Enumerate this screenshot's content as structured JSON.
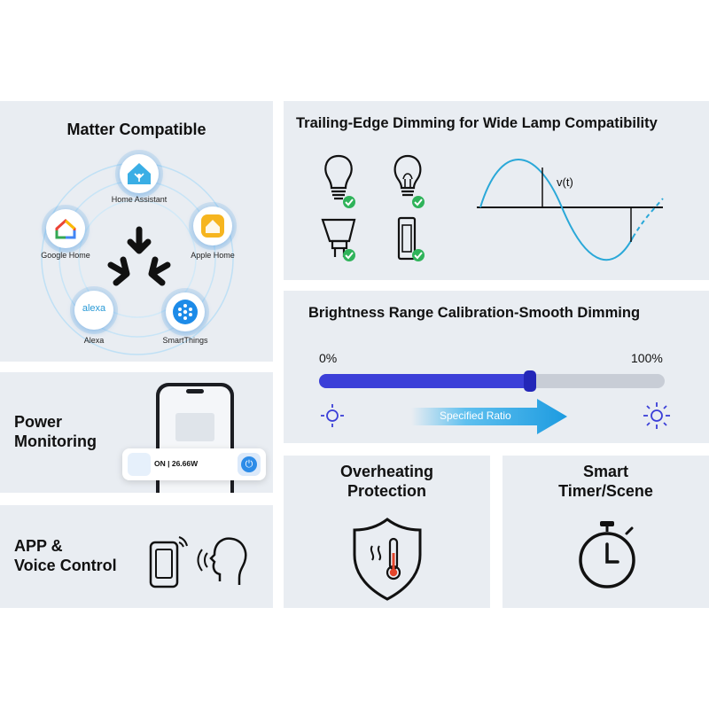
{
  "matter": {
    "title": "Matter Compatible",
    "ecosystems": [
      {
        "label": "Home Assistant",
        "icon": "home-assistant-icon"
      },
      {
        "label": "Google Home",
        "icon": "google-home-icon"
      },
      {
        "label": "Apple Home",
        "icon": "apple-home-icon"
      },
      {
        "label": "Alexa",
        "icon": "alexa-icon",
        "badge_text": "alexa"
      },
      {
        "label": "SmartThings",
        "icon": "smartthings-icon"
      }
    ],
    "logo": "matter-logo-icon"
  },
  "dimming": {
    "title": "Trailing-Edge Dimming for Wide Lamp Compatibility",
    "wave_label": "v(t)",
    "lamps": [
      "led-bulb-icon",
      "incandescent-bulb-icon",
      "gu10-spot-icon",
      "driver-module-icon"
    ],
    "check_color": "#2fb35a",
    "wave_color": "#2aa8d8"
  },
  "brightness": {
    "title": "Brightness Range Calibration-Smooth Dimming",
    "min_label": "0%",
    "max_label": "100%",
    "slider_level": 0.61,
    "arrow_label": "Specified Ratio",
    "accent": "#3b3fd8"
  },
  "power": {
    "title_line1": "Power",
    "title_line2": "Monitoring",
    "reading": "ON | 26.66W"
  },
  "voice": {
    "title_line1": "APP &",
    "title_line2": "Voice Control"
  },
  "overheat": {
    "title_line1": "Overheating",
    "title_line2": "Protection"
  },
  "timer": {
    "title_line1": "Smart",
    "title_line2": "Timer/Scene"
  }
}
